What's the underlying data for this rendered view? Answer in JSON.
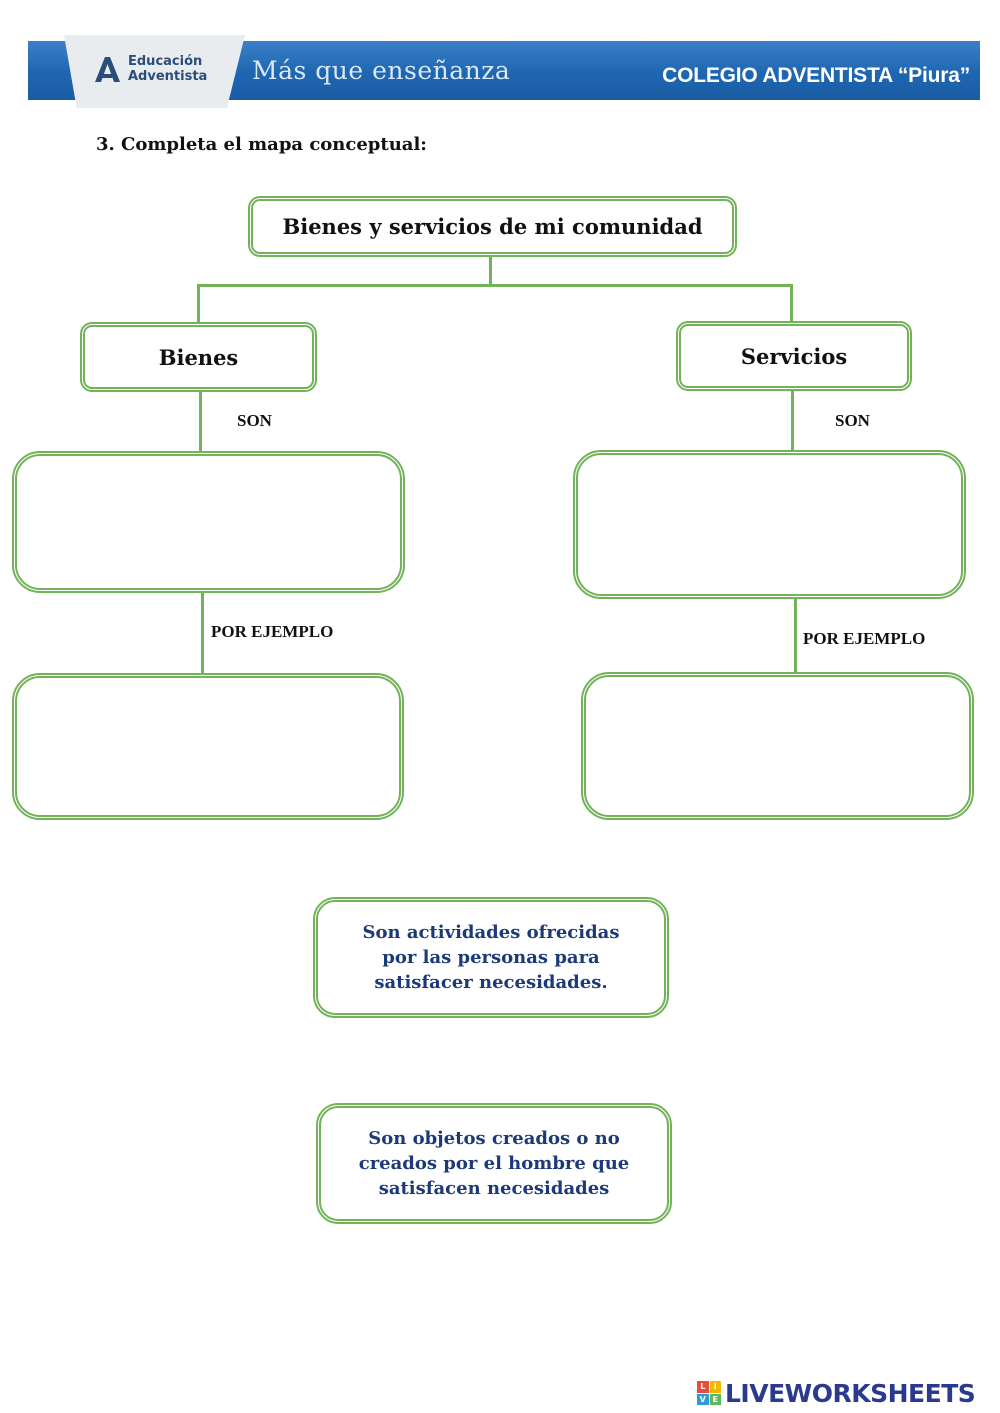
{
  "header": {
    "logo_line1": "Educación",
    "logo_line2": "Adventista",
    "slogan": "Más que enseñanza",
    "school": "COLEGIO ADVENTISTA “Piura”"
  },
  "instruction": "3. Completa el mapa conceptual:",
  "map": {
    "root": "Bienes y servicios de mi comunidad",
    "left": {
      "title": "Bienes",
      "son_label": "SON",
      "example_label": "POR EJEMPLO"
    },
    "right": {
      "title": "Servicios",
      "son_label": "SON",
      "example_label": "POR EJEMPLO"
    }
  },
  "answer_options": [
    {
      "text": "Son actividades ofrecidas por las personas para satisfacer necesidades."
    },
    {
      "text": "Son objetos creados o no creados por el hombre que satisfacen necesidades"
    }
  ],
  "colors": {
    "banner": "#1f66b2",
    "box_border": "#72b35a",
    "answer_text": "#1d3a78"
  },
  "watermark": {
    "text": "LIVEWORKSHEETS",
    "icon": "liveworksheets-logo-icon"
  }
}
